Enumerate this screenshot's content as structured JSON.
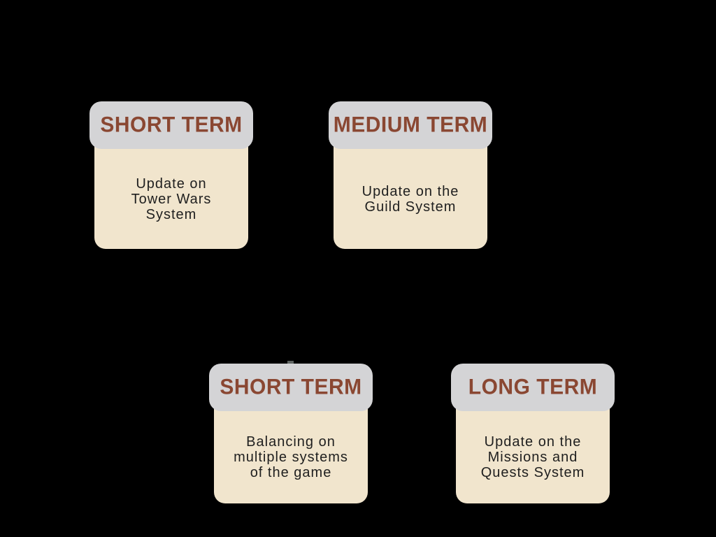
{
  "palette": {
    "page-bg": "#000000",
    "header-bg": "#d4d4d6",
    "header-text": "#8a4732",
    "body-bg": "#f1e5cd",
    "body-text": "#1f1f1f",
    "notch": "#5f6462"
  },
  "cards": [
    {
      "term": "SHORT TERM",
      "description": "Update on\nTower Wars\nSystem"
    },
    {
      "term": "MEDIUM TERM",
      "description": "Update on the\nGuild System"
    },
    {
      "term": "SHORT TERM",
      "description": "Balancing on\nmultiple systems\nof the game"
    },
    {
      "term": "LONG TERM",
      "description": "Update on the\nMissions and\nQuests System"
    }
  ]
}
